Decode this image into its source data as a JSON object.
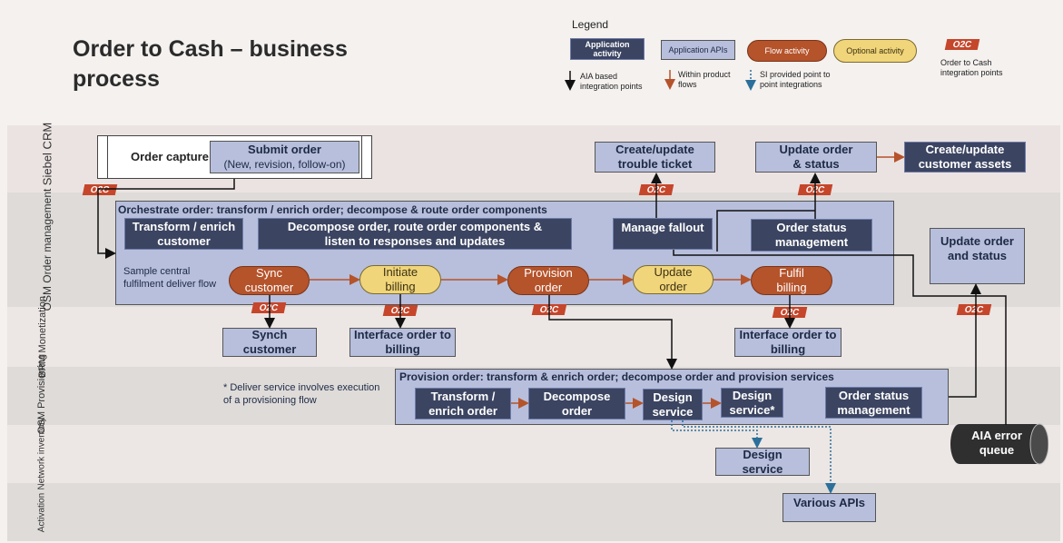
{
  "title": "Order to Cash – business process",
  "legend": {
    "heading": "Legend",
    "application_activity": "Application activity",
    "application_apis": "Application APIs",
    "flow_activity": "Flow activity",
    "optional_activity": "Optional activity",
    "o2c_tag": "O2C",
    "aia_based": "AIA based integration points",
    "within_product": "Within product flows",
    "si_provided": "SI provided point to point integrations",
    "o2c_points": "Order to Cash integration points"
  },
  "lanes": {
    "siebel": "Siebel CRM",
    "osm_order": "OSM Order management",
    "brm": "BRM Monetization",
    "osm_prov": "OSM Provisioning",
    "network": "Network inventory",
    "activation": "Activation"
  },
  "siebel": {
    "order_capture": "Order capture",
    "submit_order": "Submit order",
    "submit_order_sub": "(New, revision, follow-on)",
    "create_ticket": "Create/update trouble ticket",
    "update_order_status": "Update order & status",
    "create_assets": "Create/update customer assets"
  },
  "osm": {
    "container_title": "Orchestrate order: transform / enrich order; decompose & route order components",
    "transform": "Transform / enrich customer",
    "decompose": "Decompose order, route order components & listen to responses and updates",
    "manage_fallout": "Manage fallout",
    "order_status_mgmt": "Order status management",
    "sample_flow": "Sample central fulfilment deliver flow",
    "sync_customer": "Sync customer",
    "initiate_billing": "Initiate billing",
    "provision_order": "Provision order",
    "update_order": "Update order",
    "fulfil_billing": "Fulfil billing",
    "update_order_status_right": "Update order and status"
  },
  "brm": {
    "synch_customer": "Synch customer",
    "interface_billing_1": "Interface order to billing",
    "interface_billing_2": "Interface order to billing"
  },
  "prov": {
    "note": "* Deliver service involves execution of a provisioning flow",
    "container_title": "Provision order: transform & enrich order; decompose order and provision services",
    "transform": "Transform / enrich order",
    "decompose": "Decompose order",
    "design_service": "Design service",
    "design_service_star": "Design service*",
    "order_status_mgmt": "Order status management"
  },
  "aia_error_queue": "AIA error queue",
  "network": {
    "design_service": "Design service"
  },
  "activation": {
    "various_apis": "Various APIs"
  }
}
